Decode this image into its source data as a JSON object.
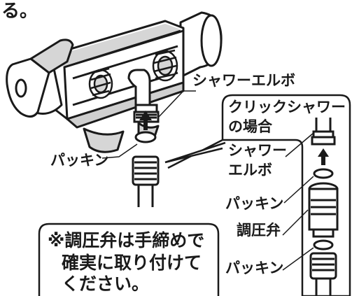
{
  "top_fragment": "る。",
  "labels": {
    "shower_elbow_main": "シャワーエルボ",
    "packing_main": "パッキン"
  },
  "click_shower_box": {
    "title_line1": "クリックシャワー",
    "title_line2": "の場合",
    "shower_elbow_line1": "シャワー",
    "shower_elbow_line2": "エルボ",
    "packing_upper": "パッキン",
    "pressure_valve": "調圧弁",
    "packing_lower": "パッキン"
  },
  "note": {
    "line1": "※調圧弁は手締めで",
    "line2": "確実に取り付けて",
    "line3": "ください。"
  }
}
